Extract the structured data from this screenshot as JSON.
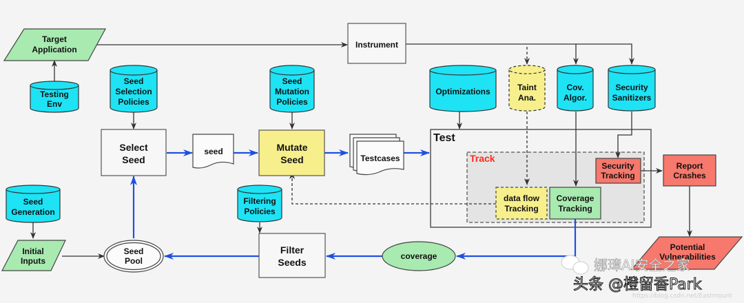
{
  "colors": {
    "cylinder": "#1de3f5",
    "yellow": "#f7ef8c",
    "green": "#a8eab0",
    "red": "#f7786c",
    "track_label": "#ff2a1a",
    "flow_arrow": "#1f4fe0",
    "line": "#333333",
    "test_bg": "#f4f4f4",
    "track_bg": "#e4e4e4"
  },
  "nodes": {
    "target_application": [
      "Target",
      "Application"
    ],
    "testing_env": [
      "Testing",
      "Env"
    ],
    "instrument": "Instrument",
    "seed_selection_policies": [
      "Seed",
      "Selection",
      "Policies"
    ],
    "seed_mutation_policies": [
      "Seed",
      "Mutation",
      "Policies"
    ],
    "optimizations": "Optimizations",
    "taint_ana": [
      "Taint",
      "Ana."
    ],
    "cov_algor": [
      "Cov.",
      "Algor."
    ],
    "security_sanitizers": [
      "Security",
      "Sanitizers"
    ],
    "select_seed": [
      "Select",
      "Seed"
    ],
    "seed_doc": "seed",
    "mutate_seed": [
      "Mutate",
      "Seed"
    ],
    "testcases": "Testcases",
    "test_group": "Test",
    "track_group": "Track",
    "security_tracking": [
      "Security",
      "Tracking"
    ],
    "report_crashes": [
      "Report",
      "Crashes"
    ],
    "data_flow_tracking": [
      "data flow",
      "Tracking"
    ],
    "coverage_tracking": [
      "Coverage",
      "Tracking"
    ],
    "seed_generation": [
      "Seed",
      "Generation"
    ],
    "initial_inputs": [
      "Initial",
      "Inputs"
    ],
    "seed_pool": [
      "Seed",
      "Pool"
    ],
    "filtering_policies": [
      "Filtering",
      "Policies"
    ],
    "filter_seeds": [
      "Filter",
      "Seeds"
    ],
    "coverage": "coverage",
    "potential_vulnerabilities": [
      "Potential",
      "Vulnerabilities"
    ]
  },
  "watermark": {
    "line1": "娜璋AI安全之家",
    "line2": "头条 @橙留香Park",
    "url": "https://blog.csdn.net/Eastmount"
  }
}
